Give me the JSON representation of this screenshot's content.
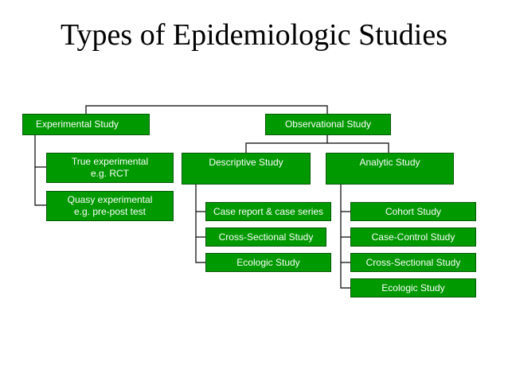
{
  "title": "Types of Epidemiologic Studies",
  "nodes": {
    "experimental": "Experimental Study",
    "observational": "Observational Study",
    "true_experimental": {
      "line1": "True experimental",
      "line2": "e.g. RCT"
    },
    "quasy_experimental": {
      "line1": "Quasy experimental",
      "line2": "e.g. pre-post test"
    },
    "descriptive": "Descriptive Study",
    "analytic": "Analytic Study",
    "case_report": "Case report & case series",
    "desc_cross_sectional": "Cross-Sectional Study",
    "desc_ecologic": "Ecologic Study",
    "cohort": "Cohort Study",
    "case_control": "Case-Control Study",
    "anal_cross_sectional": "Cross-Sectional Study",
    "anal_ecologic": "Ecologic Study"
  },
  "colors": {
    "box_fill": "#009900",
    "box_text": "#ffffff",
    "lines": "#000000"
  }
}
